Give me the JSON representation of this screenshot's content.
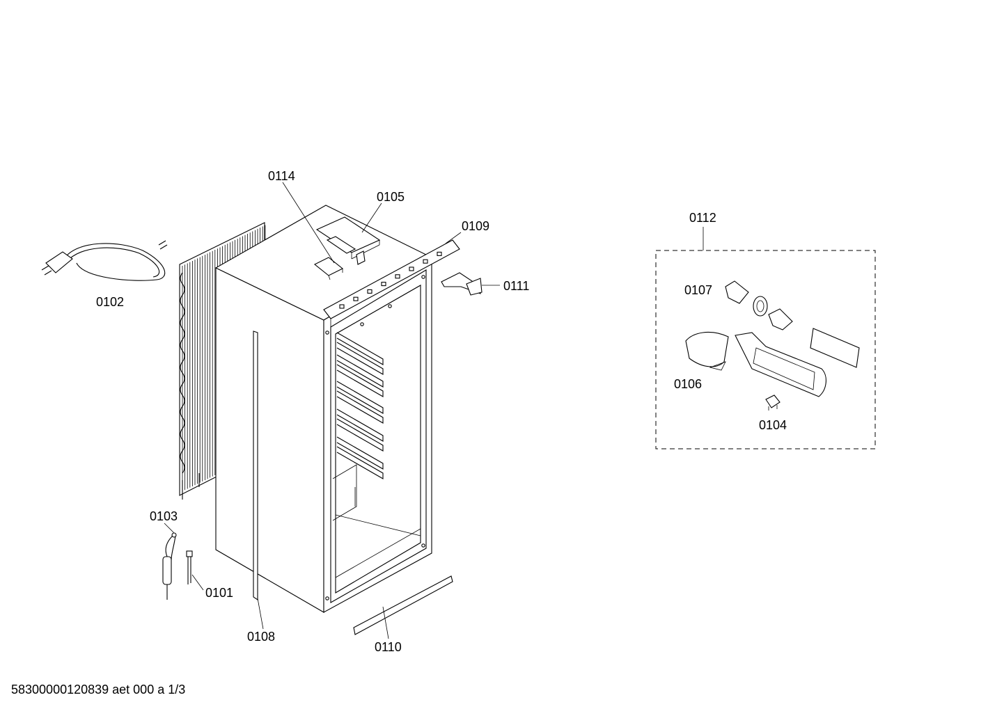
{
  "parts": {
    "p0101": "0101",
    "p0102": "0102",
    "p0103": "0103",
    "p0104": "0104",
    "p0105": "0105",
    "p0106": "0106",
    "p0107": "0107",
    "p0108": "0108",
    "p0109": "0109",
    "p0110": "0110",
    "p0111": "0111",
    "p0112": "0112",
    "p0114": "0114"
  },
  "footer": "58300000120839 aet 000 a 1/3"
}
